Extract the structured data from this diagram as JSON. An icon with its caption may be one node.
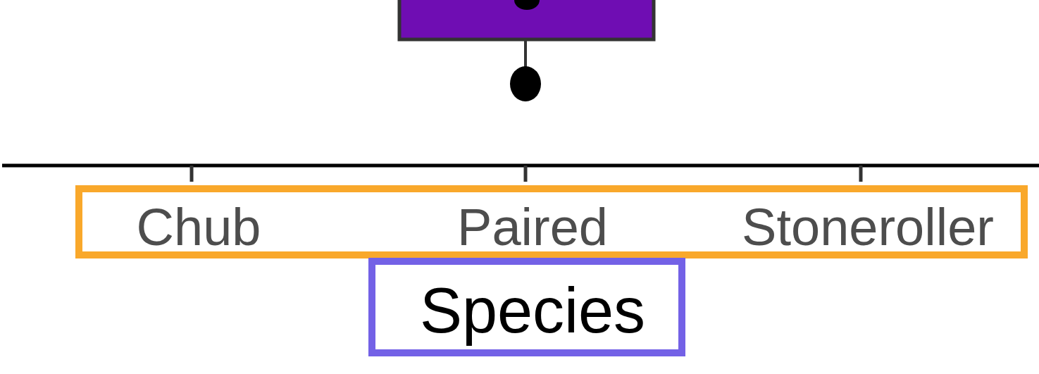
{
  "diagram": {
    "nodes": [
      {
        "text": [
          "Chub",
          "Paired",
          "Stoneroller"
        ]
      },
      {
        "text": [
          "Species"
        ]
      }
    ]
  }
}
